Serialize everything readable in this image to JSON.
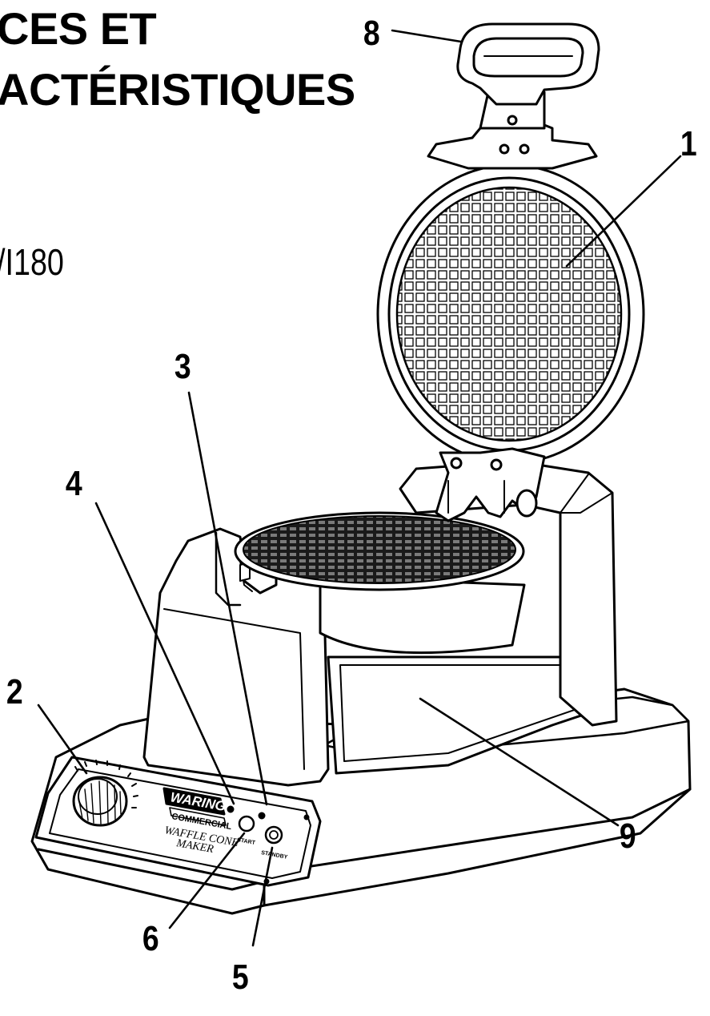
{
  "heading": {
    "line1": "CES ET",
    "line2": "ACTÉRISTIQUES"
  },
  "model": {
    "text": "/I180"
  },
  "appliance_panel": {
    "brand_line1": "WARING",
    "brand_line2": "COMMERCIAL",
    "product_line1": "WAFFLE CONE",
    "product_line2": "MAKER",
    "start_label": "START",
    "standby_label": "STANDBY"
  },
  "callouts": {
    "c1": "1",
    "c2": "2",
    "c3": "3",
    "c4": "4",
    "c5": "5",
    "c6": "6",
    "c8": "8",
    "c9": "9"
  }
}
